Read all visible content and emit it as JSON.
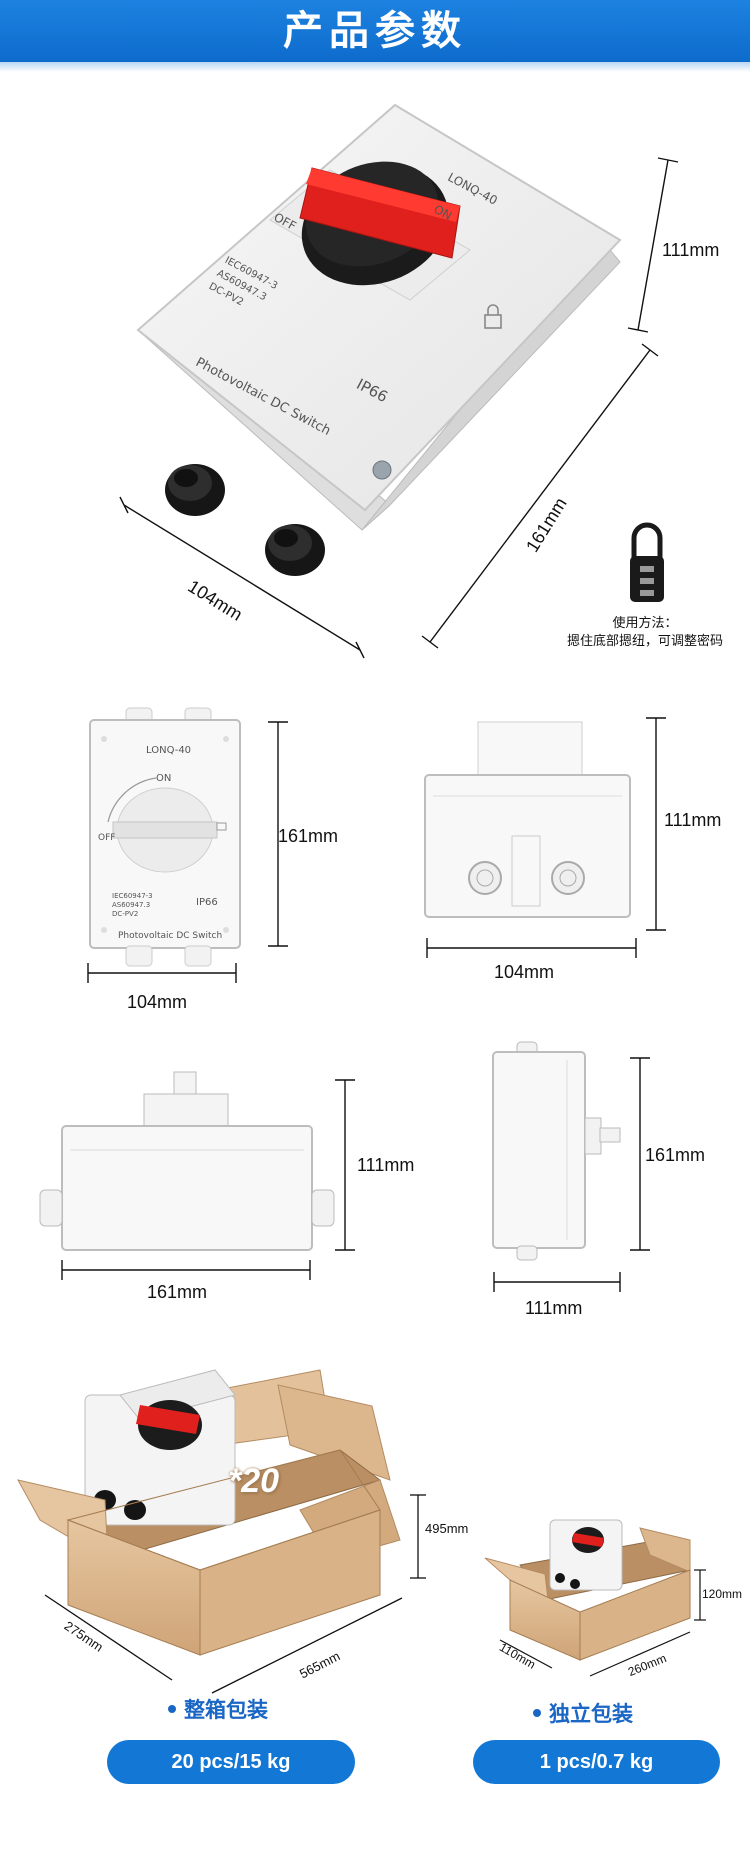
{
  "header": {
    "title": "产品参数"
  },
  "product": {
    "model": "LONQ-40",
    "on_label": "ON",
    "off_label": "OFF",
    "standards": [
      "IEC60947-3",
      "AS60947.3",
      "DC-PV2"
    ],
    "name": "Photovoltaic DC Switch",
    "ip_rating": "IP66"
  },
  "hero": {
    "height": "111mm",
    "length": "161mm",
    "width": "104mm"
  },
  "lock_usage": {
    "line1": "使用方法：",
    "line2": "摁住底部摁纽，可调整密码"
  },
  "views": {
    "front": {
      "height": "161mm",
      "width": "104mm"
    },
    "bottom": {
      "height": "111mm",
      "width": "104mm"
    },
    "side": {
      "height": "111mm",
      "width": "161mm"
    },
    "end": {
      "height": "161mm",
      "width": "111mm"
    }
  },
  "carton_big": {
    "count": "*20",
    "height": "495mm",
    "depth": "275mm",
    "length": "565mm",
    "label": "整箱包装",
    "spec": "20 pcs/15 kg"
  },
  "carton_small": {
    "height": "120mm",
    "depth": "110mm",
    "length": "260mm",
    "label": "独立包装",
    "spec": "1 pcs/0.7 kg"
  },
  "colors": {
    "accent": "#1377d6",
    "handle_red": "#e0201c",
    "carton": "#d8b48c"
  }
}
